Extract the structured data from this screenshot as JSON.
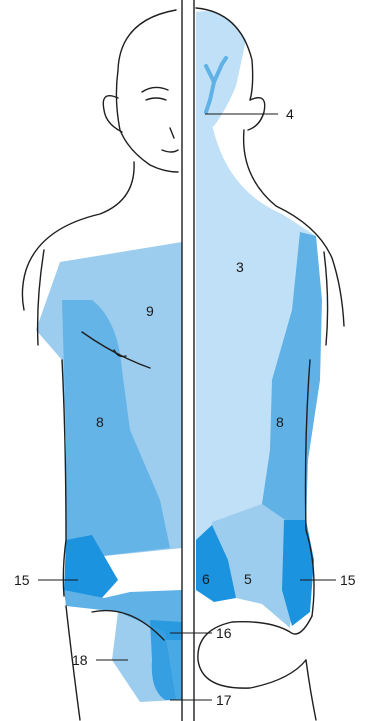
{
  "figure": {
    "colors": {
      "light": "#bfe0f6",
      "medium": "#9ccdee",
      "strong": "#5fb1e6",
      "deep": "#1b93de",
      "outline": "#1f1f1f",
      "divider": "#ffffff"
    },
    "labels": {
      "l3": "3",
      "l4": "4",
      "l5": "5",
      "l6": "6",
      "l8_left": "8",
      "l8_right": "8",
      "l9": "9",
      "l15_left": "15",
      "l15_right": "15",
      "l16": "16",
      "l17": "17",
      "l18": "18"
    }
  }
}
